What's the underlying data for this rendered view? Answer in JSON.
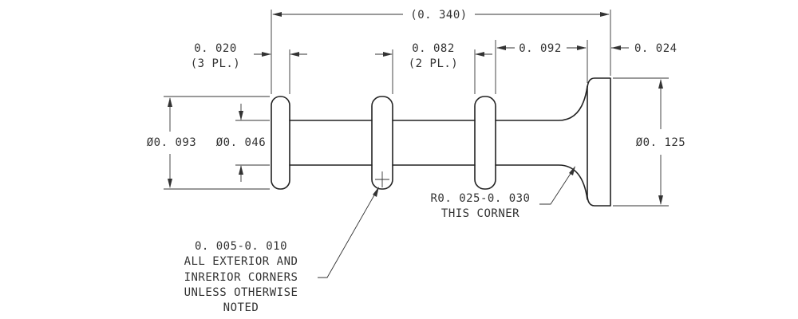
{
  "dimensions": {
    "overall_length": "(0. 340)",
    "flange_width": "0. 020",
    "flange_width_note": "(3 PL.)",
    "groove_width": "0. 082",
    "groove_width_note": "(2 PL.)",
    "neck_length": "0. 092",
    "head_width": "0. 024",
    "flange_diameter": "Ø0. 093",
    "shaft_diameter": "Ø0. 046",
    "head_diameter": "Ø0. 125"
  },
  "notes": {
    "corner_radius": {
      "line1": "R0. 025-0. 030",
      "line2": "THIS CORNER"
    },
    "general_radius": {
      "line1": "0. 005-0. 010",
      "line2": "ALL EXTERIOR AND",
      "line3": "INRERIOR CORNERS",
      "line4": "UNLESS OTHERWISE",
      "line5": "NOTED"
    }
  }
}
